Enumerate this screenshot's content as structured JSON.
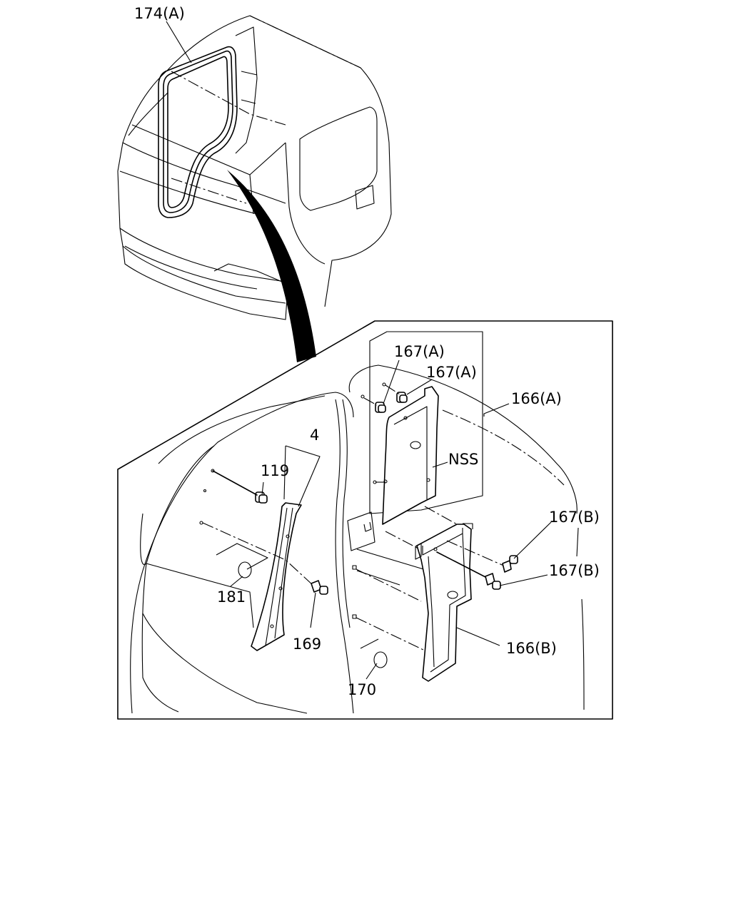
{
  "labels": {
    "p174a": "174(A)",
    "p167a_1": "167(A)",
    "p167a_2": "167(A)",
    "p166a": "166(A)",
    "pnss": "NSS",
    "p4": "4",
    "p119": "119",
    "p167b_1": "167(B)",
    "p167b_2": "167(B)",
    "p181": "181",
    "p169": "169",
    "p166b": "166(B)",
    "p170": "170"
  }
}
